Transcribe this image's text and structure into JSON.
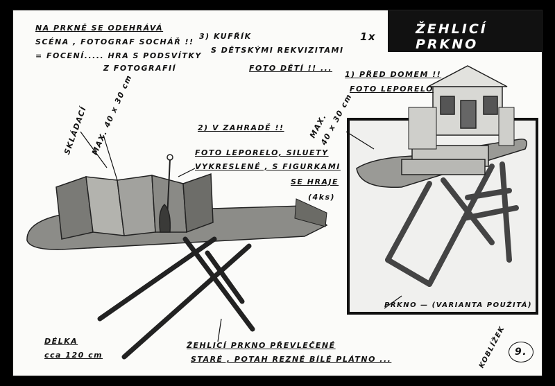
{
  "title": "ŽEHLICÍ PRKNO",
  "quantity": "1x",
  "notes": {
    "scene_1": "NA PRKNĚ SE ODEHRÁVÁ",
    "scene_2": "SCÉNA , FOTOGRAF SOCHÁŘ !!",
    "scene_3": "= FOCENÍ..... HRA S PODSVÍTKY",
    "scene_4": "Z FOTOGRAFIÍ",
    "kufrik_1": "3) KUFŘÍK",
    "kufrik_2": "S DĚTSKÝMI REKVIZITAMI",
    "kufrik_3": "FOTO DĚTÍ !! ...",
    "pred_domem_1": "1) PŘED DOMEM !!",
    "pred_domem_2": "FOTO LEPORELO",
    "max_right_1": "MAX.",
    "max_right_2": "40 x 30 cm",
    "skladaci": "SKLÁDACÍ",
    "max_left": "MAX. 40 x 30 cm",
    "zahrada_1": "2) V ZAHRADĚ !!",
    "zahrada_2": "FOTO LEPORELO, SILUETY",
    "zahrada_3": "VYKRESLENÉ , S FIGURKAMI",
    "zahrada_4": "SE HRAJE",
    "zahrada_5": "(4ks)",
    "delka_1": "DÉLKA",
    "delka_2": "cca 120 cm",
    "zehlici_1": "ŽEHLICÍ PRKNO PŘEVLEČENÉ",
    "zehlici_2": "STARÉ , POTAH REZNÉ BÍLÉ PLÁTNO ...",
    "prkno_variant": "PRKNO — (VARIANTA POUŽITÁ)",
    "number": "9.",
    "signature": "KOBLÍŽEK"
  },
  "colors": {
    "paper": "#fbfbf9",
    "ink": "#111111",
    "frame": "#000000"
  }
}
